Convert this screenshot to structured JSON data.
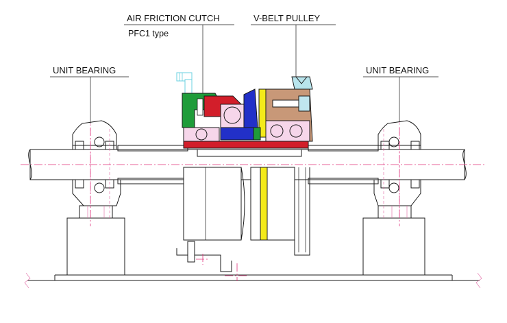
{
  "labels": {
    "air_friction_clutch": "AIR FRICTION CUTCH",
    "clutch_type": "PFC1  type",
    "v_belt_pulley": "V-BELT PULLEY",
    "unit_bearing_left": "UNIT BEARING",
    "unit_bearing_right": "UNIT BEARING"
  },
  "colors": {
    "housing_green": "#1f9c3a",
    "clutch_red": "#d21e2a",
    "clutch_blue": "#2230c8",
    "friction_yellow": "#f4ea1a",
    "pulley_tan": "#c89878",
    "pulley_cyan": "#b8e4ec",
    "shaft_fill": "#ffffff",
    "shaft_stripe": "#b8e4ec",
    "centerline": "#e0307a",
    "outline": "#1a1a1a",
    "air_fitting": "#6ad0e0"
  }
}
